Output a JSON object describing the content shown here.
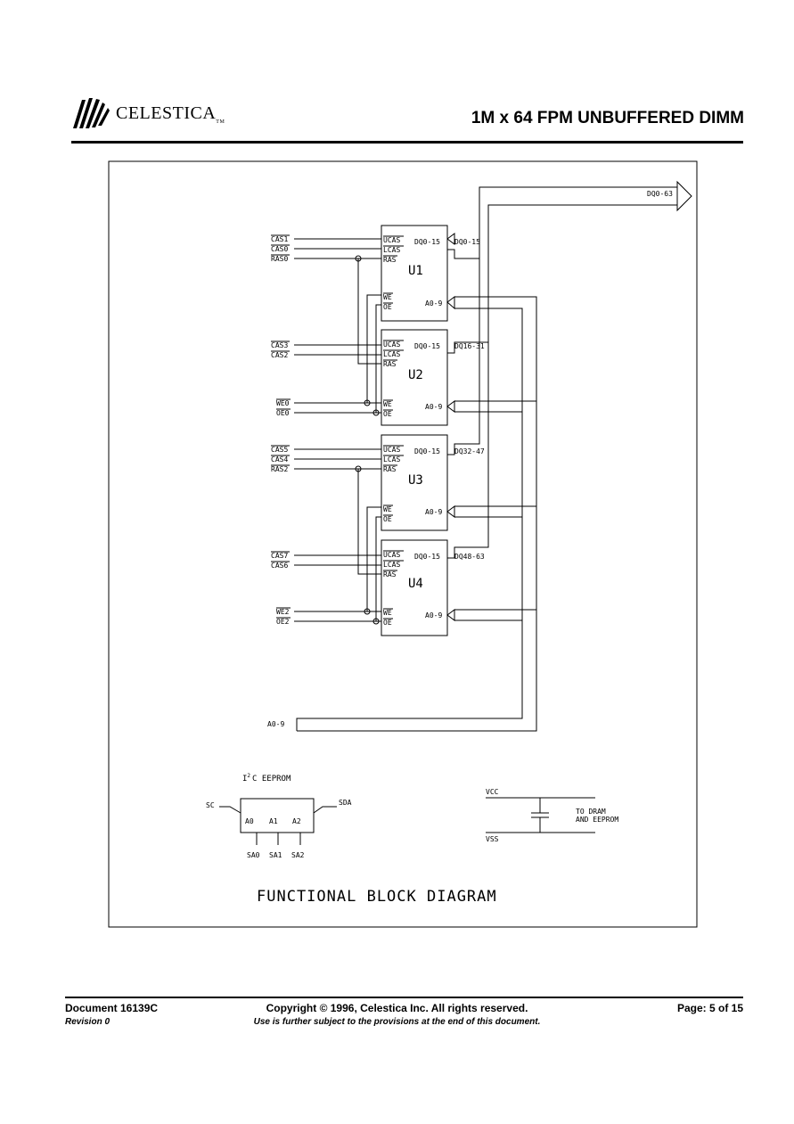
{
  "header": {
    "brand": "CELESTICA",
    "brand_tm": "TM",
    "title": "1M x 64 FPM UNBUFFERED DIMM"
  },
  "diagram": {
    "title": "FUNCTIONAL BLOCK DIAGRAM",
    "bus_out": "DQ0-63",
    "address_in": "A0-9",
    "chips": [
      {
        "name": "U1",
        "dq_pin": "DQ0-15",
        "dq_bus": "DQ0-15",
        "pin_ucas": "UCAS",
        "pin_lcas": "LCAS",
        "pin_ras": "RAS",
        "pin_we": "WE",
        "pin_oe": "OE",
        "pin_addr": "A0-9",
        "sig_ucas": "CAS1",
        "sig_lcas": "CAS0",
        "sig_ras": "RAS0"
      },
      {
        "name": "U2",
        "dq_pin": "DQ0-15",
        "dq_bus": "DQ16-31",
        "pin_ucas": "UCAS",
        "pin_lcas": "LCAS",
        "pin_ras": "RAS",
        "pin_we": "WE",
        "pin_oe": "OE",
        "pin_addr": "A0-9",
        "sig_ucas": "CAS3",
        "sig_lcas": "CAS2",
        "sig_we": "WE0",
        "sig_oe": "OE0"
      },
      {
        "name": "U3",
        "dq_pin": "DQ0-15",
        "dq_bus": "DQ32-47",
        "pin_ucas": "UCAS",
        "pin_lcas": "LCAS",
        "pin_ras": "RAS",
        "pin_we": "WE",
        "pin_oe": "OE",
        "pin_addr": "A0-9",
        "sig_ucas": "CAS5",
        "sig_lcas": "CAS4",
        "sig_ras": "RAS2"
      },
      {
        "name": "U4",
        "dq_pin": "DQ0-15",
        "dq_bus": "DQ48-63",
        "pin_ucas": "UCAS",
        "pin_lcas": "LCAS",
        "pin_ras": "RAS",
        "pin_we": "WE",
        "pin_oe": "OE",
        "pin_addr": "A0-9",
        "sig_ucas": "CAS7",
        "sig_lcas": "CAS6",
        "sig_we": "WE2",
        "sig_oe": "OE2"
      }
    ],
    "eeprom": {
      "label_prefix": "I",
      "label_sup": "2",
      "label_suffix": "C EEPROM",
      "pin_sc": "SC",
      "pin_sda": "SDA",
      "pin_a0": "A0",
      "pin_a1": "A1",
      "pin_a2": "A2",
      "sa0": "SA0",
      "sa1": "SA1",
      "sa2": "SA2"
    },
    "power": {
      "vcc": "VCC",
      "vss": "VSS",
      "to_line1": "TO DRAM",
      "to_line2": "AND EEPROM"
    }
  },
  "footer": {
    "document": "Document 16139C",
    "revision": "Revision 0",
    "copyright": "Copyright © 1996, Celestica Inc. All rights reserved.",
    "use_notice": "Use is further subject to the provisions at the end of this document.",
    "page": "Page: 5 of 15"
  }
}
